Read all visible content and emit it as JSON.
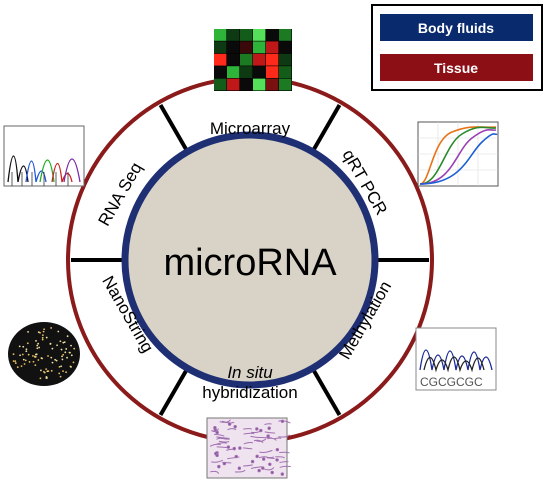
{
  "center": {
    "label": "microRNA"
  },
  "methods": {
    "microarray": "Microarray",
    "qrt_pcr": "qRT PCR",
    "methylation": "Methylation",
    "in_situ_1": "In situ",
    "in_situ_2": "hybridization",
    "nanostring": "NanoString",
    "rna_seq": "RNA Seq"
  },
  "legend": {
    "items": [
      {
        "label": "Body fluids",
        "color": "#0a2a6e"
      },
      {
        "label": "Tissue",
        "color": "#8b0f14"
      }
    ]
  },
  "colors": {
    "outer_ring": "#8b1a1a",
    "inner_ring": "#1f2f73",
    "center_fill": "#d8d3c6",
    "dividers": "#000000"
  },
  "chromatogram_bases": "CGCGCGC"
}
